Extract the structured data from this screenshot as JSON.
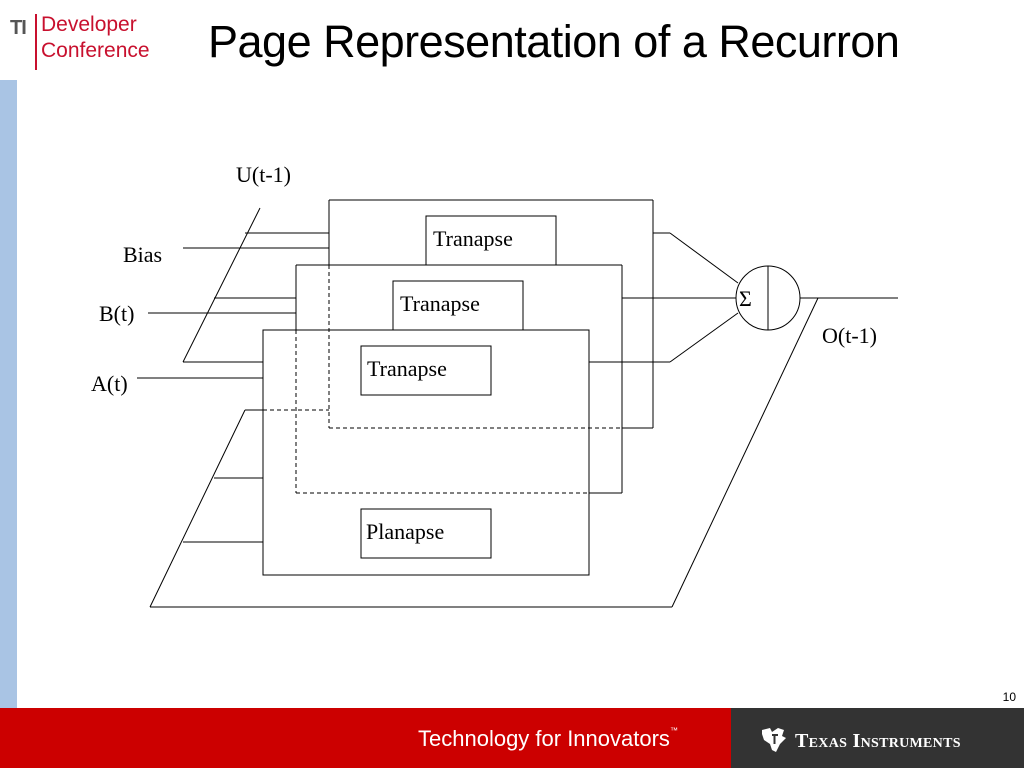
{
  "header": {
    "logo_ti": "TI",
    "logo_line1": "Developer",
    "logo_line2": "Conference",
    "title": "Page Representation of a Recurron"
  },
  "diagram": {
    "inputs": {
      "u": "U(t-1)",
      "bias": "Bias",
      "b": "B(t)",
      "a": "A(t)"
    },
    "boxes": {
      "tranapse_1": "Tranapse",
      "tranapse_2": "Tranapse",
      "tranapse_3": "Tranapse",
      "planapse": "Planapse"
    },
    "sum_symbol": "Σ",
    "output": "O(t-1)"
  },
  "footer": {
    "page_number": "10",
    "tagline": "Technology for Innovators",
    "tagline_tm": "™",
    "brand": "Texas Instruments"
  },
  "colors": {
    "accent_red": "#cc0000",
    "footer_dark": "#333333",
    "side_bar": "#a9c4e4"
  }
}
